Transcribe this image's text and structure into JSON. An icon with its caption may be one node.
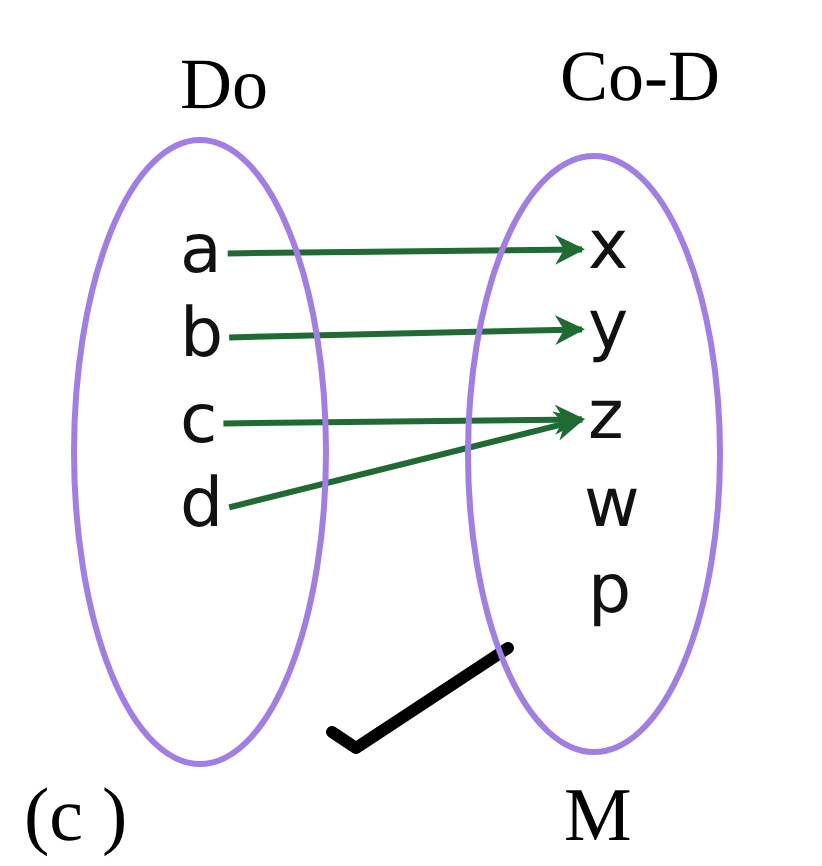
{
  "diagram": {
    "nodes": [
      {
        "text": [
          "Do"
        ]
      },
      {
        "text": [
          "a"
        ],
        "in": 0
      },
      {
        "text": [
          "b"
        ],
        "in": 0
      },
      {
        "text": [
          "c"
        ],
        "in": 0
      },
      {
        "text": [
          "d"
        ],
        "in": 0
      },
      {
        "text": [
          "Co-D"
        ]
      },
      {
        "text": [
          "x"
        ],
        "in": 5
      },
      {
        "text": [
          "y"
        ],
        "in": 5
      },
      {
        "text": [
          "z"
        ],
        "in": 5
      },
      {
        "text": [
          "w"
        ],
        "in": 5
      },
      {
        "text": [
          "p"
        ],
        "in": 5
      }
    ],
    "edges": [
      {
        "from": 1,
        "to": 6,
        "arrow": "to"
      },
      {
        "from": 2,
        "to": 7,
        "arrow": "to"
      },
      {
        "from": 3,
        "to": 8,
        "arrow": "to"
      },
      {
        "from": 4,
        "to": 8,
        "arrow": "to"
      }
    ],
    "labels": [
      "(c )",
      "M"
    ]
  }
}
